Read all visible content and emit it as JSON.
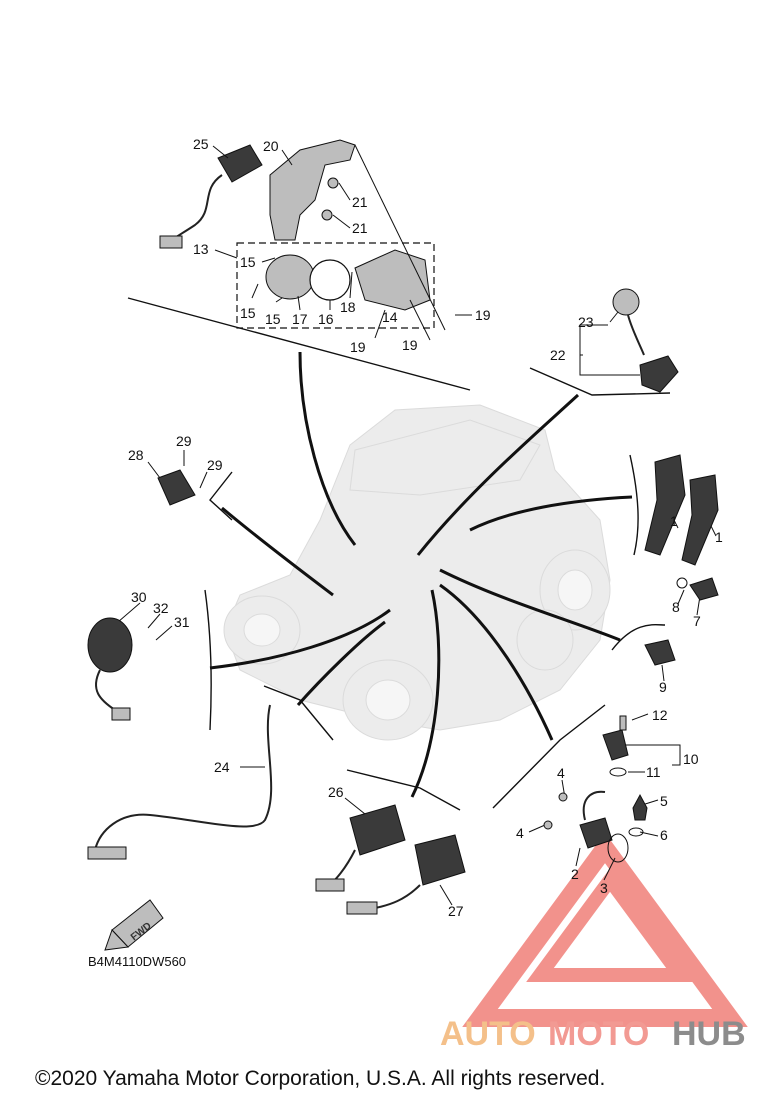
{
  "diagram_code": "B4M4110DW560",
  "copyright": "©2020 Yamaha Motor Corporation, U.S.A. All rights reserved.",
  "watermark": {
    "part1": "AUTO",
    "part2": "MOTO",
    "part3": "HUB",
    "color1": "#f4c08a",
    "color2": "#f29a93",
    "color3": "#8c8c8c"
  },
  "fwd_label": "FWD",
  "callouts": {
    "c1a": "1",
    "c1b": "1",
    "c2": "2",
    "c3": "3",
    "c4a": "4",
    "c4b": "4",
    "c5": "5",
    "c6": "6",
    "c7": "7",
    "c8": "8",
    "c9": "9",
    "c10": "10",
    "c11": "11",
    "c12": "12",
    "c13": "13",
    "c14": "14",
    "c15a": "15",
    "c15b": "15",
    "c15c": "15",
    "c16": "16",
    "c17": "17",
    "c18": "18",
    "c19a": "19",
    "c19b": "19",
    "c19c": "19",
    "c20": "20",
    "c21a": "21",
    "c21b": "21",
    "c22": "22",
    "c23": "23",
    "c24": "24",
    "c25": "25",
    "c26": "26",
    "c27": "27",
    "c28": "28",
    "c29a": "29",
    "c29b": "29",
    "c30": "30",
    "c31": "31",
    "c32": "32"
  }
}
